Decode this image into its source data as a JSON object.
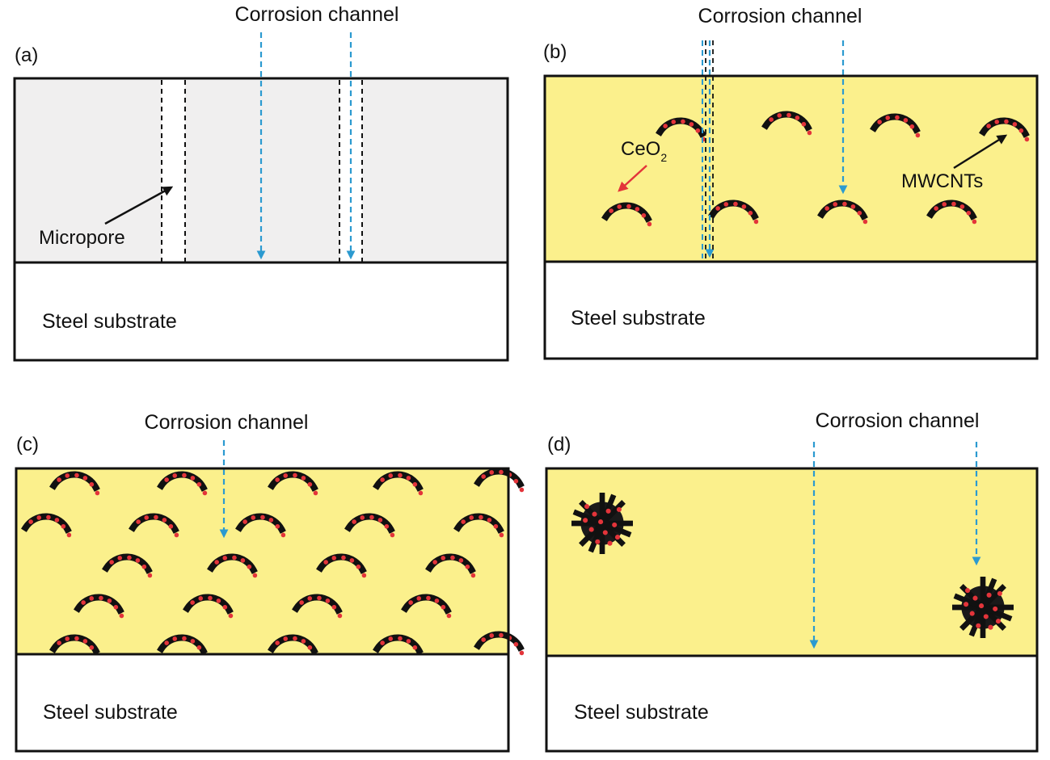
{
  "colors": {
    "coating_neat": "#f0efef",
    "coating_composite": "#fbf08c",
    "substrate": "#ffffff",
    "border": "#111111",
    "corrosion_arrow": "#2b9ad0",
    "nanotube": "#111111",
    "ceo2_particle": "#e3343a",
    "ceo2_pointer": "#e3343a",
    "pointer": "#111111"
  },
  "panels": [
    {
      "id": "a",
      "label": "(a)",
      "channel_title": "Corrosion channel",
      "substrate_label": "Steel substrate",
      "annotations": {
        "micropore": "Micropore"
      }
    },
    {
      "id": "b",
      "label": "(b)",
      "channel_title": "Corrosion channel",
      "substrate_label": "Steel substrate",
      "annotations": {
        "ceo2_main": "CeO",
        "ceo2_sub": "2",
        "mwcnts": "MWCNTs"
      }
    },
    {
      "id": "c",
      "label": "(c)",
      "channel_title": "Corrosion channel",
      "substrate_label": "Steel substrate"
    },
    {
      "id": "d",
      "label": "(d)",
      "channel_title": "Corrosion channel",
      "substrate_label": "Steel substrate"
    }
  ]
}
